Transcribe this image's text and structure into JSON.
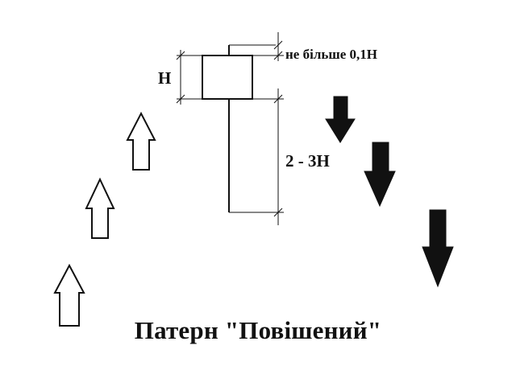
{
  "diagram": {
    "labels": {
      "h": "H",
      "wick_limit": "не більше 0,1H",
      "shadow_length": "2 - 3H"
    },
    "arrows": {
      "up": {
        "count": 3,
        "style": "outline"
      },
      "down": {
        "count": 3,
        "style": "filled"
      }
    },
    "colors": {
      "stroke": "#111111",
      "background": "#ffffff"
    }
  },
  "caption": "Патерн \"Повішений\""
}
